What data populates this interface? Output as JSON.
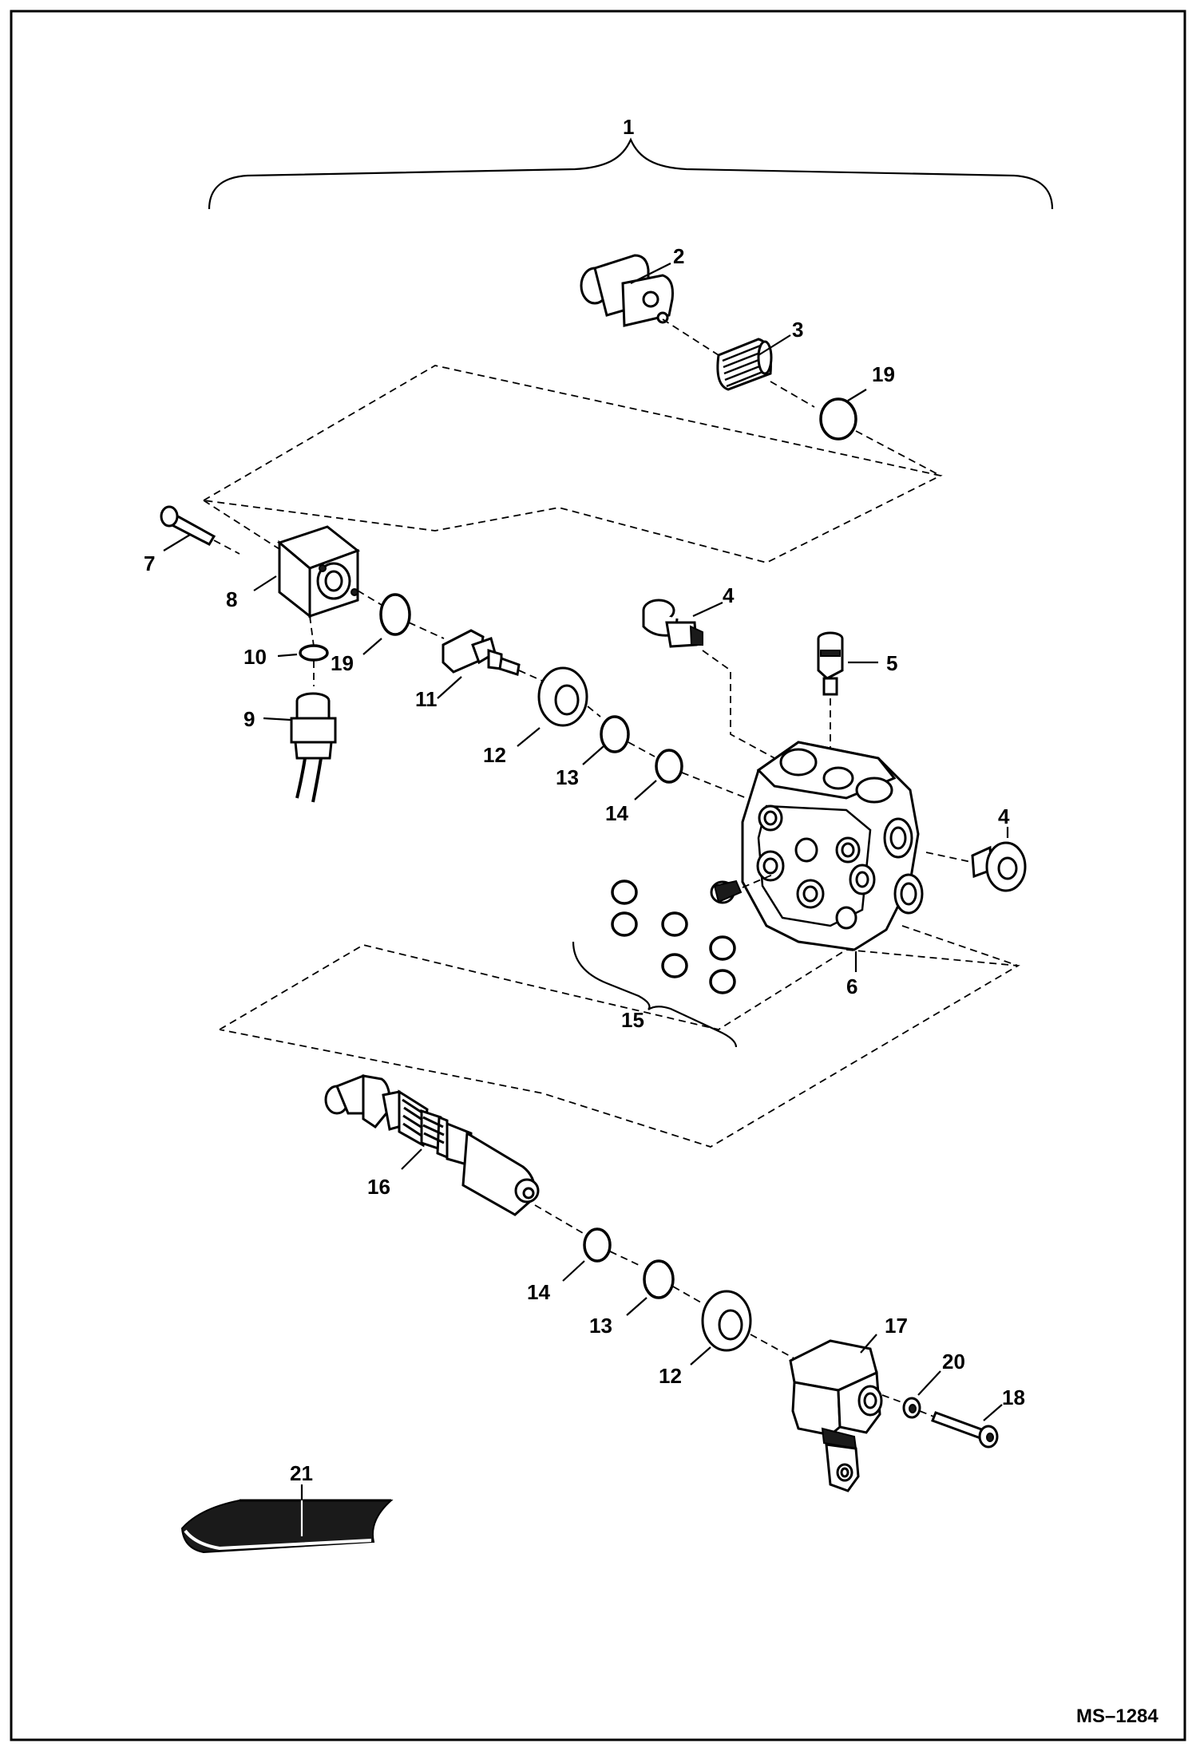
{
  "drawing_code": "MS–1284",
  "callouts": {
    "c1": "1",
    "c2": "2",
    "c3": "3",
    "c19a": "19",
    "c7": "7",
    "c8": "8",
    "c4a": "4",
    "c5": "5",
    "c10": "10",
    "c19b": "19",
    "c11": "11",
    "c9": "9",
    "c12a": "12",
    "c13a": "13",
    "c14a": "14",
    "c4b": "4",
    "c6": "6",
    "c15": "15",
    "c16": "16",
    "c14b": "14",
    "c13b": "13",
    "c12b": "12",
    "c17": "17",
    "c20": "20",
    "c18": "18",
    "c21": "21"
  }
}
